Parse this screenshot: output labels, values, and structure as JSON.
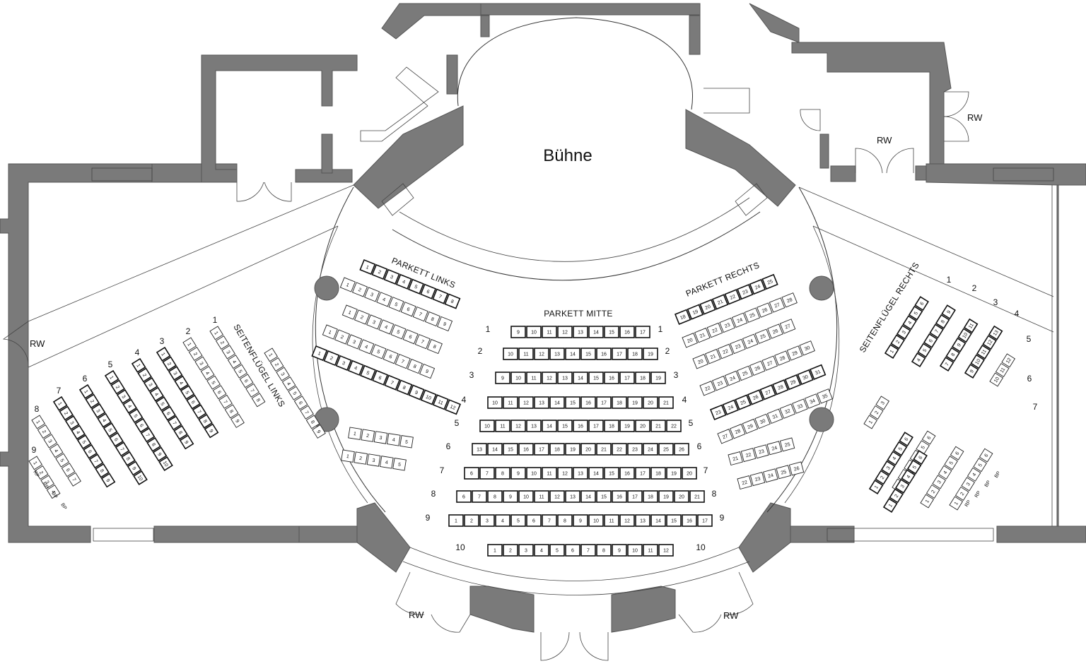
{
  "title": "Bühne",
  "door_label": "RW",
  "section_labels": {
    "parkett_links": "PARKETT LINKS",
    "parkett_mitte": "PARKETT MITTE",
    "parkett_rechts": "PARKETT RECHTS",
    "seitenfluegel_links": "SEITENFLÜGEL LINKS",
    "seitenfluegel_rechts": "SEITENFLÜGEL RECHTS"
  },
  "special_seat_labels": [
    "RP",
    "RP",
    "BP",
    "BP"
  ],
  "sections": {
    "mitte": {
      "rows": [
        {
          "row": "1",
          "seats": [
            "9",
            "10",
            "11",
            "12",
            "13",
            "14",
            "15",
            "16",
            "17"
          ]
        },
        {
          "row": "2",
          "seats": [
            "10",
            "11",
            "12",
            "13",
            "14",
            "15",
            "16",
            "17",
            "18",
            "19"
          ]
        },
        {
          "row": "3",
          "seats": [
            "9",
            "10",
            "11",
            "12",
            "13",
            "14",
            "15",
            "16",
            "17",
            "18",
            "19"
          ]
        },
        {
          "row": "4",
          "seats": [
            "10",
            "11",
            "12",
            "13",
            "14",
            "15",
            "16",
            "17",
            "18",
            "19",
            "20",
            "21"
          ]
        },
        {
          "row": "5",
          "seats": [
            "10",
            "11",
            "12",
            "13",
            "14",
            "15",
            "16",
            "17",
            "18",
            "19",
            "20",
            "21",
            "22"
          ]
        },
        {
          "row": "6",
          "seats": [
            "13",
            "14",
            "15",
            "16",
            "17",
            "18",
            "19",
            "20",
            "21",
            "22",
            "23",
            "24",
            "25",
            "26"
          ]
        },
        {
          "row": "7",
          "seats": [
            "6",
            "7",
            "8",
            "9",
            "10",
            "11",
            "12",
            "13",
            "14",
            "15",
            "16",
            "17",
            "18",
            "19",
            "20"
          ]
        },
        {
          "row": "8",
          "seats": [
            "6",
            "7",
            "8",
            "9",
            "10",
            "11",
            "12",
            "13",
            "14",
            "15",
            "16",
            "17",
            "18",
            "19",
            "20",
            "21"
          ]
        },
        {
          "row": "9",
          "seats": [
            "1",
            "2",
            "3",
            "4",
            "5",
            "6",
            "7",
            "8",
            "9",
            "10",
            "11",
            "12",
            "13",
            "14",
            "15",
            "16",
            "17"
          ]
        },
        {
          "row": "10",
          "seats": [
            "1",
            "2",
            "3",
            "4",
            "5",
            "6",
            "7",
            "8",
            "9",
            "10",
            "11",
            "12"
          ]
        }
      ]
    },
    "links": {
      "rows": [
        {
          "row": "1",
          "seats": [
            "1",
            "2",
            "3",
            "4",
            "5",
            "6",
            "7",
            "8"
          ]
        },
        {
          "row": "2",
          "seats": [
            "1",
            "2",
            "3",
            "4",
            "5",
            "6",
            "7",
            "8",
            "9"
          ]
        },
        {
          "row": "3",
          "seats": [
            "1",
            "2",
            "3",
            "4",
            "5",
            "6",
            "7",
            "8"
          ]
        },
        {
          "row": "4",
          "seats": [
            "1",
            "2",
            "3",
            "4",
            "5",
            "6",
            "7",
            "8",
            "9"
          ]
        },
        {
          "row": "5",
          "seats": [
            "1",
            "2",
            "3",
            "4",
            "5",
            "6",
            "7",
            "8",
            "9",
            "10",
            "11",
            "12"
          ]
        },
        {
          "row": "6",
          "seats": [
            "1",
            "2",
            "3",
            "4",
            "5"
          ]
        },
        {
          "row": "7",
          "seats": [
            "1",
            "2",
            "3",
            "4",
            "5"
          ]
        }
      ]
    },
    "rechts": {
      "rows": [
        {
          "row": "1",
          "seats": [
            "18",
            "19",
            "20",
            "21",
            "22",
            "23",
            "24",
            "25"
          ]
        },
        {
          "row": "2",
          "seats": [
            "20",
            "21",
            "22",
            "23",
            "24",
            "25",
            "26",
            "27",
            "28"
          ]
        },
        {
          "row": "3",
          "seats": [
            "20",
            "21",
            "22",
            "23",
            "24",
            "25",
            "26",
            "27"
          ]
        },
        {
          "row": "4",
          "seats": [
            "22",
            "23",
            "24",
            "25",
            "26",
            "27",
            "28",
            "29",
            "30"
          ]
        },
        {
          "row": "5",
          "seats": [
            "23",
            "24",
            "25",
            "26",
            "27",
            "28",
            "29",
            "30",
            "31"
          ]
        },
        {
          "row": "6",
          "seats": [
            "27",
            "28",
            "29",
            "30",
            "31",
            "32",
            "33",
            "34",
            "35"
          ]
        },
        {
          "row": "7",
          "seats": [
            "21",
            "22",
            "23",
            "24",
            "25"
          ]
        },
        {
          "row": "8",
          "seats": [
            "22",
            "23",
            "24",
            "25",
            "26"
          ]
        }
      ]
    },
    "seitenfluegel_links": {
      "rows": [
        {
          "row": "1",
          "seats": [
            "1",
            "2",
            "3",
            "4",
            "5",
            "6",
            "7",
            "8"
          ]
        },
        {
          "row": "2",
          "seats": [
            "1",
            "2",
            "3",
            "4",
            "5",
            "6",
            "7",
            "8",
            "9"
          ]
        },
        {
          "row": "3",
          "seats": [
            "1",
            "2",
            "3",
            "4",
            "5",
            "6",
            "7",
            "8",
            "9"
          ]
        },
        {
          "row": "4",
          "seats": [
            "1",
            "2",
            "3",
            "4",
            "5",
            "6",
            "7",
            "8",
            "9"
          ]
        },
        {
          "row": "5",
          "seats": [
            "1",
            "2",
            "3",
            "4",
            "5",
            "6",
            "7",
            "8",
            "9",
            "10"
          ]
        },
        {
          "row": "6",
          "seats": [
            "1",
            "2",
            "3",
            "4",
            "5",
            "6",
            "7",
            "8",
            "9",
            "10"
          ]
        },
        {
          "row": "7",
          "seats": [
            "1",
            "2",
            "3",
            "4",
            "5",
            "6",
            "7",
            "8",
            "9"
          ]
        },
        {
          "row": "8",
          "seats": [
            "1",
            "2",
            "3",
            "4",
            "5",
            "6",
            "7"
          ]
        },
        {
          "row": "9",
          "seats": [
            "1",
            "2",
            "3",
            "4"
          ]
        }
      ]
    },
    "seitenfluegel_rechts": {
      "rows": [
        {
          "row": "1",
          "seats": [
            "1",
            "2",
            "3",
            "4",
            "5",
            "6"
          ]
        },
        {
          "row": "2",
          "seats": [
            "4",
            "5",
            "6",
            "7",
            "8",
            "9"
          ]
        },
        {
          "row": "3",
          "seats": [
            "7",
            "8",
            "9",
            "10",
            "11"
          ]
        },
        {
          "row": "4",
          "seats": [
            "9",
            "10",
            "11",
            "12",
            "13"
          ]
        },
        {
          "row": "5",
          "seats": [
            "10",
            "11",
            "12"
          ]
        },
        {
          "row": "6",
          "seats": [
            "1",
            "2",
            "3"
          ]
        },
        {
          "row": "7",
          "seats": [
            "1",
            "2",
            "3",
            "4",
            "5",
            "6"
          ]
        }
      ]
    }
  }
}
